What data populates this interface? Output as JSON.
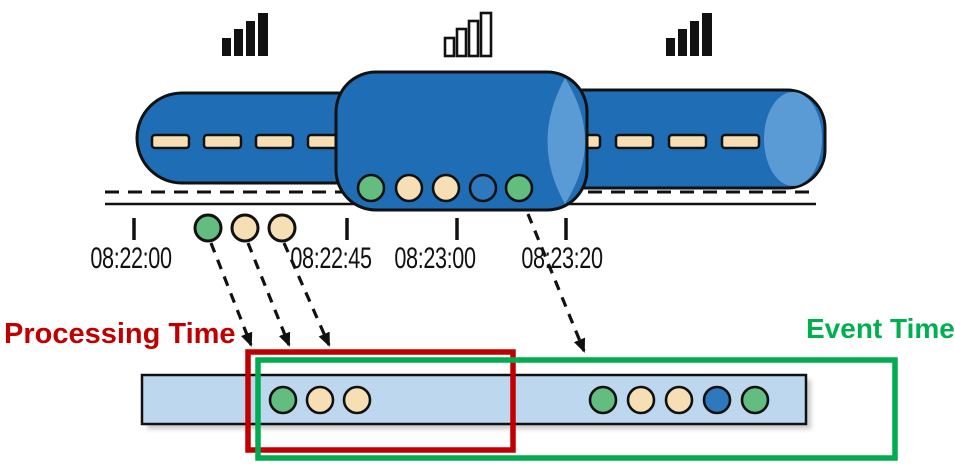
{
  "labels": {
    "processing_time": "Processing Time",
    "event_time": "Event Time"
  },
  "timeline": {
    "timestamps": [
      "08:22:00",
      "08:22:45",
      "08:23:00",
      "08:23:20"
    ]
  },
  "icons": {
    "left": "signal-strong-icon",
    "middle": "signal-weak-icon",
    "right": "signal-strong-icon"
  },
  "events": {
    "in_window": [
      "green",
      "tan",
      "tan",
      "blue",
      "green"
    ],
    "on_timeline": [
      "green",
      "tan",
      "tan"
    ],
    "bar_left_group": [
      "green",
      "tan",
      "tan"
    ],
    "bar_right_group": [
      "green",
      "tan",
      "tan",
      "blue",
      "green"
    ]
  },
  "colors": {
    "pipe_blue": "#1F6DB5",
    "pipe_highlight": "#5B9BD5",
    "event_tan": "#F7DFB5",
    "event_green": "#63BC80",
    "event_blue": "#2E79BE",
    "bar_fill": "#BDD7EE",
    "processing_red": "#C00000",
    "event_box_green": "#00AC4F",
    "event_time_text": "#00B050",
    "outline": "#111111"
  }
}
